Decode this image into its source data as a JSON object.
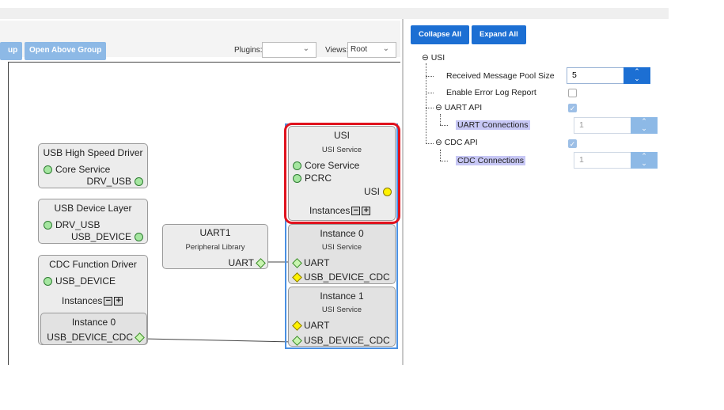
{
  "toolbar": {
    "btn_partial": "up",
    "btn_open_above": "Open Above Group",
    "plugins_label": "Plugins:",
    "plugins_value": "",
    "views_label": "Views:",
    "views_value": "Root"
  },
  "nodes": {
    "usb_hs": {
      "title": "USB High Speed Driver",
      "row1": "Core Service",
      "row2": "DRV_USB"
    },
    "usb_dev": {
      "title": "USB Device Layer",
      "row1": "DRV_USB",
      "row2": "USB_DEVICE"
    },
    "cdc": {
      "title": "CDC Function Driver",
      "row1": "USB_DEVICE",
      "instances": "Instances",
      "inst0_title": "Instance 0",
      "inst0_row": "USB_DEVICE_CDC"
    },
    "uart1": {
      "title": "UART1",
      "sub": "Peripheral Library",
      "row": "UART"
    },
    "usi": {
      "title": "USI",
      "sub": "USI Service",
      "row1": "Core Service",
      "row2": "PCRC",
      "row3": "USI",
      "instances": "Instances"
    },
    "usi_inst0": {
      "title": "Instance 0",
      "sub": "USI Service",
      "row1": "UART",
      "row2": "USB_DEVICE_CDC"
    },
    "usi_inst1": {
      "title": "Instance 1",
      "sub": "USI Service",
      "row1": "UART",
      "row2": "USB_DEVICE_CDC"
    }
  },
  "right": {
    "collapse_all": "Collapse All",
    "expand_all": "Expand All",
    "tree": {
      "root": "USI",
      "pool_label": "Received Message Pool Size",
      "pool_value": "5",
      "error_log_label": "Enable Error Log Report",
      "uart_api": "UART API",
      "uart_conn": "UART Connections",
      "uart_conn_value": "1",
      "cdc_api": "CDC API",
      "cdc_conn": "CDC Connections",
      "cdc_conn_value": "1"
    }
  },
  "colors": {
    "accent": "#1c6fd3",
    "highlight": "#e0121d",
    "selection": "#4a90e2"
  }
}
